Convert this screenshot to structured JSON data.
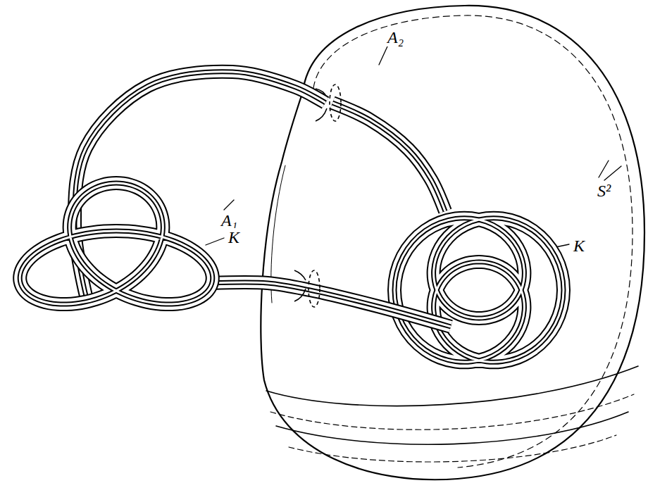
{
  "diagram": {
    "labels": [
      "A₁",
      "A₂",
      "K",
      "K",
      "S²"
    ]
  }
}
